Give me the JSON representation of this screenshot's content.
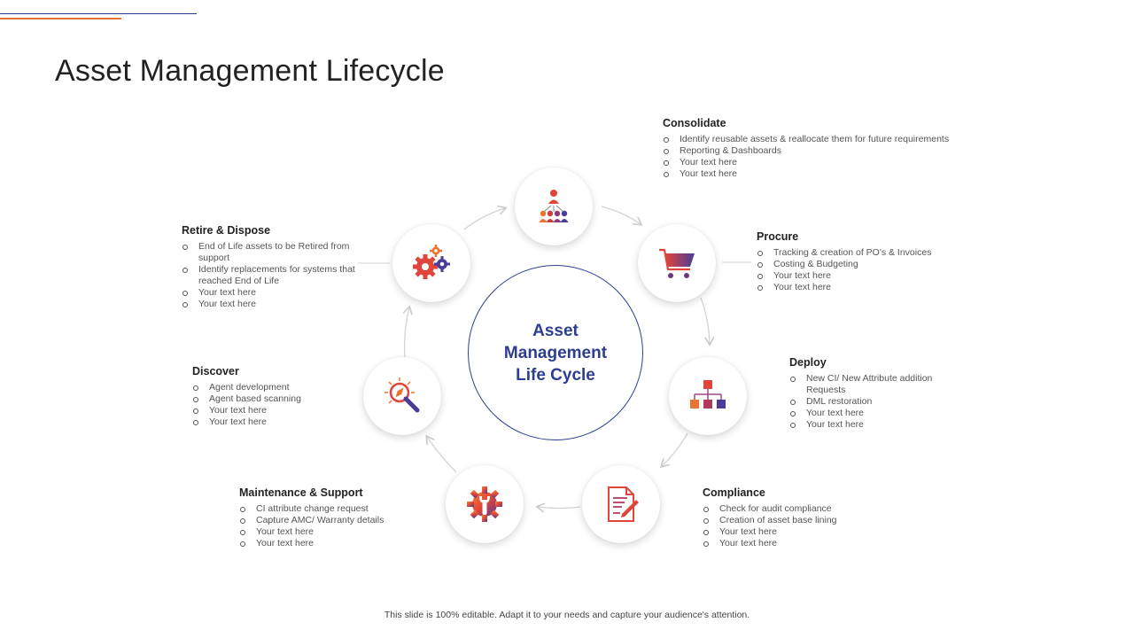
{
  "title": "Asset Management Lifecycle",
  "center": {
    "line1": "Asset",
    "line2": "Management",
    "line3": "Life Cycle"
  },
  "colors": {
    "accent_blue": "#2c3e8f",
    "accent_orange": "#e8742f",
    "gradient_purple": "#6a3d9a",
    "gradient_red": "#e0443a"
  },
  "stages": [
    {
      "title": "Consolidate",
      "icon": "team-hierarchy-icon",
      "items": [
        "Identify reusable assets & reallocate them for future requirements",
        "Reporting & Dashboards",
        "Your text here",
        "Your text here"
      ]
    },
    {
      "title": "Procure",
      "icon": "shopping-cart-icon",
      "items": [
        "Tracking & creation of  PO's & Invoices",
        "Costing & Budgeting",
        "Your text here",
        "Your text here"
      ]
    },
    {
      "title": "Deploy",
      "icon": "org-chart-icon",
      "items": [
        "New CI/ New Attribute addition Requests",
        "DML restoration",
        "Your text here",
        "Your text here"
      ]
    },
    {
      "title": "Compliance",
      "icon": "document-pen-icon",
      "items": [
        "Check for audit compliance",
        "Creation of asset base lining",
        "Your text here",
        "Your text here"
      ]
    },
    {
      "title": "Maintenance & Support",
      "icon": "wrench-gear-icon",
      "items": [
        "CI attribute change request",
        "Capture AMC/ Warranty details",
        "Your text here",
        "Your text here"
      ]
    },
    {
      "title": "Discover",
      "icon": "magnifier-compass-icon",
      "items": [
        "Agent development",
        "Agent based scanning",
        "Your text here",
        "Your text here"
      ]
    },
    {
      "title": "Retire & Dispose",
      "icon": "gears-icon",
      "items": [
        "End of Life assets to be Retired from support",
        "Identify replacements for systems that reached End of Life",
        "Your text here",
        "Your text here"
      ]
    }
  ],
  "footer": "This slide is 100% editable.  Adapt it to your needs and capture your audience's attention."
}
